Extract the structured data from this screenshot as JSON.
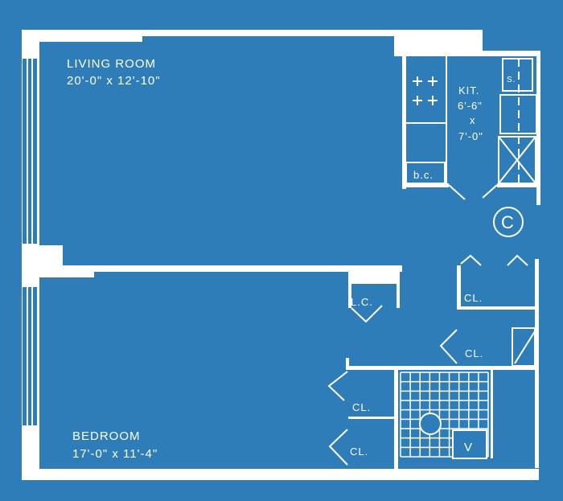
{
  "colors": {
    "background": "#2f7db8",
    "walls": "#ffffff"
  },
  "rooms": {
    "living_room": {
      "name": "LIVING ROOM",
      "size": "20'-0\" x 12'-10\""
    },
    "kitchen": {
      "name": "KIT.",
      "size_w": "6'-6\"",
      "size_x": "x",
      "size_h": "7'-0\""
    },
    "bedroom": {
      "name": "BEDROOM",
      "size": "17'-0\" x 11'-4\""
    }
  },
  "labels": {
    "bc": "b.c.",
    "sink": "S.",
    "compass": "C",
    "linen_closet": "L.C.",
    "closet": "CL.",
    "vanity": "V"
  }
}
